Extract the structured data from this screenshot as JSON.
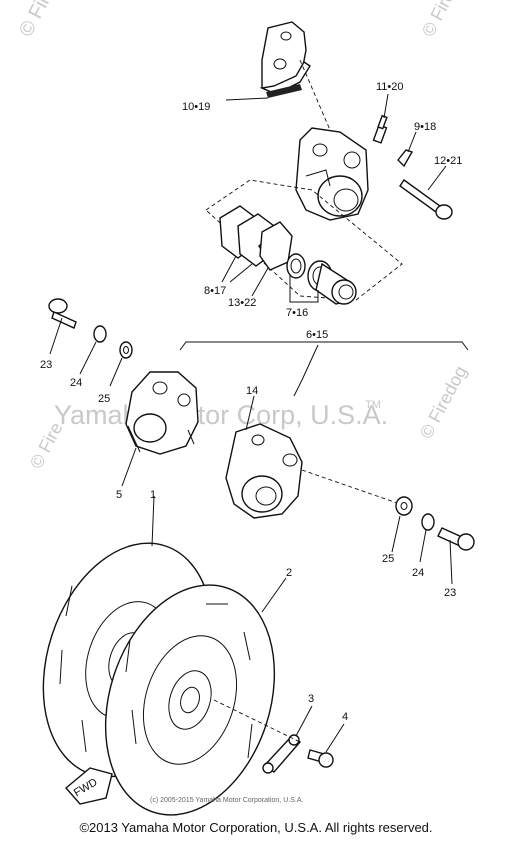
{
  "watermarks": {
    "top_left": "© Firedog",
    "top_right": "© Firedog",
    "mid_left": "© Fire",
    "mid_right": "© Firedog",
    "center": "Yamaha Motor Corp, U.S.A.",
    "tm": "TM"
  },
  "callouts": {
    "p10_19": "10•19",
    "p11_20": "11•20",
    "p9_18": "9•18",
    "p12_21": "12•21",
    "p8_17": "8•17",
    "p13_22": "13•22",
    "p7_16": "7•16",
    "p6_15": "6•15",
    "p23a": "23",
    "p24a": "24",
    "p25a": "25",
    "p5": "5",
    "p14": "14",
    "p1": "1",
    "p2": "2",
    "p25b": "25",
    "p24b": "24",
    "p23b": "23",
    "p3": "3",
    "p4": "4"
  },
  "fwd_mark": "FWD",
  "small_copyright": "(c) 2005-2015 Yamaha Motor Corporation, U.S.A.",
  "footer": "©2013 Yamaha Motor Corporation, U.S.A. All rights reserved."
}
